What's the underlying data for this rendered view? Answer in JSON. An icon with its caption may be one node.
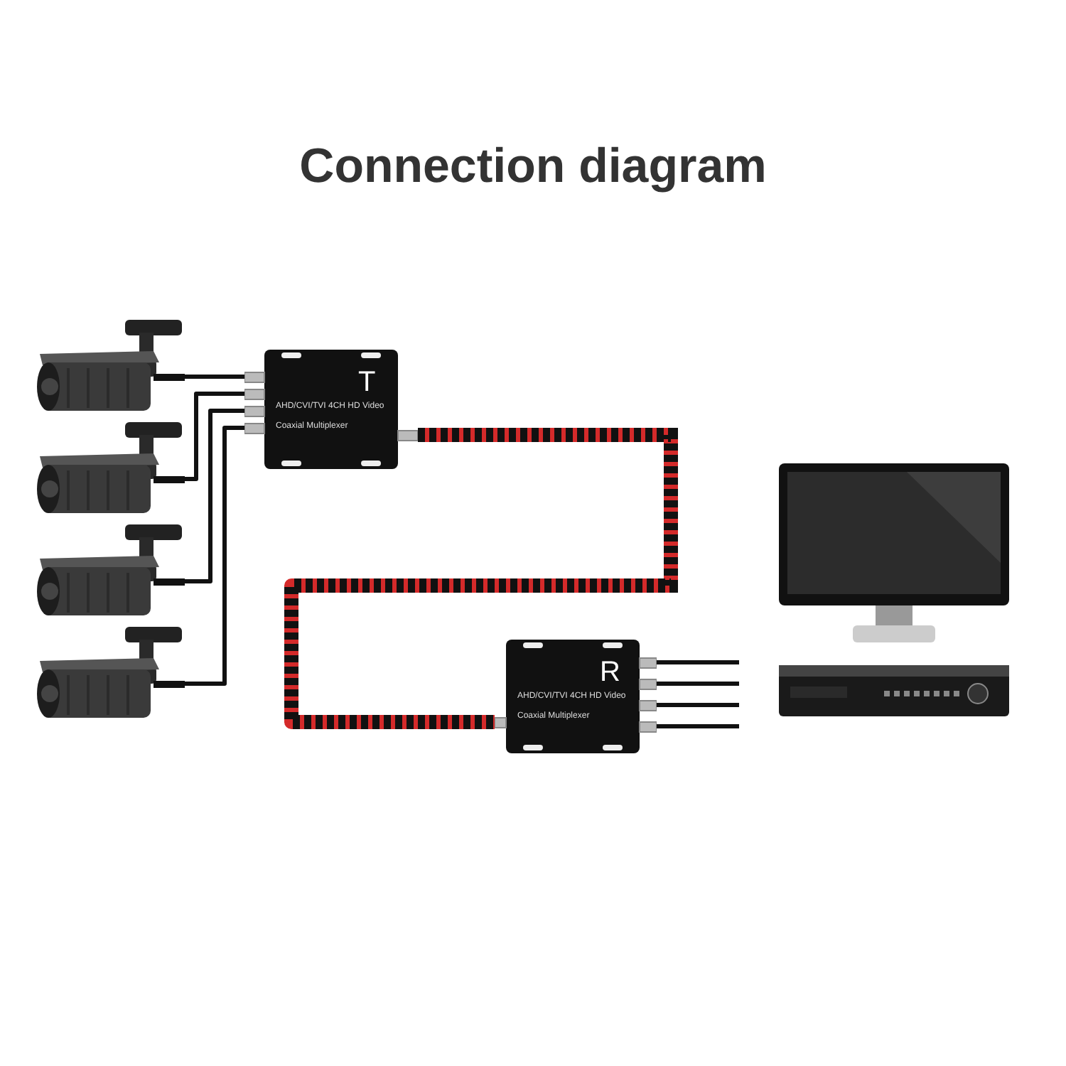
{
  "diagram": {
    "title": "Connection diagram",
    "nodes": [
      {
        "text": [],
        "shape": "picture"
      },
      {
        "text": [],
        "shape": "picture"
      },
      {
        "text": [],
        "shape": "picture"
      },
      {
        "text": [],
        "shape": "picture"
      },
      {
        "text": [
          "T",
          "AHD/CVI/TVI 4CH HD Video",
          "Coaxial Multiplexer"
        ]
      },
      {
        "text": [
          "R",
          "AHD/CVI/TVI 4CH HD Video",
          "Coaxial Multiplexer"
        ]
      },
      {
        "text": [],
        "shape": "picture"
      },
      {
        "text": [],
        "shape": "picture"
      }
    ],
    "edges": [
      {
        "from": 0,
        "to": 4,
        "arrow": "none"
      },
      {
        "from": 1,
        "to": 4,
        "arrow": "none"
      },
      {
        "from": 2,
        "to": 4,
        "arrow": "none"
      },
      {
        "from": 3,
        "to": 4,
        "arrow": "none"
      },
      {
        "from": 4,
        "to": 5,
        "arrow": "none",
        "style": "thick",
        "color": "#d42a2a"
      },
      {
        "from": 5,
        "to": null,
        "arrow": "none"
      },
      {
        "from": 5,
        "to": null,
        "arrow": "none"
      },
      {
        "from": 5,
        "to": null,
        "arrow": "none"
      },
      {
        "from": 5,
        "to": null,
        "arrow": "none"
      }
    ]
  }
}
